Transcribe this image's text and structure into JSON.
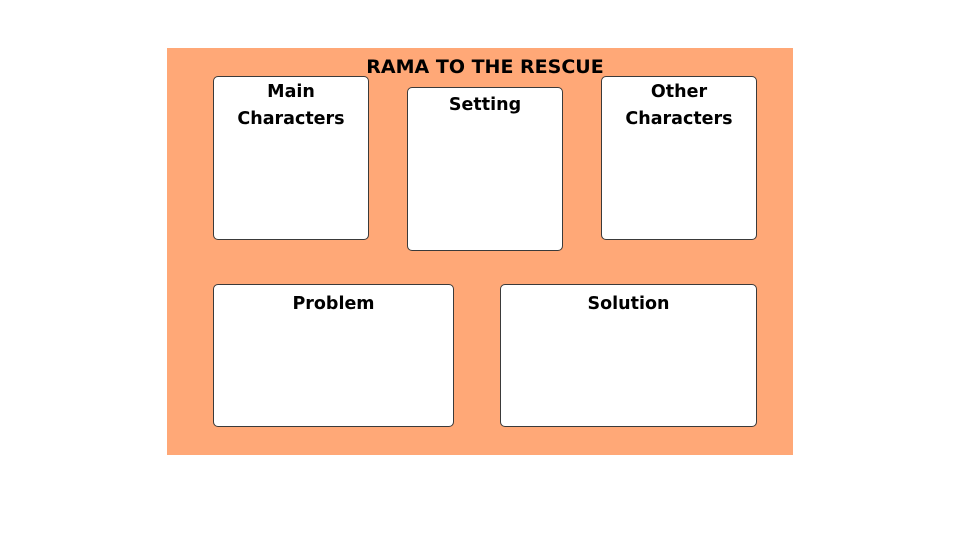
{
  "worksheet": {
    "title": "RAMA TO THE RESCUE",
    "background_color": "#FFA877",
    "boxes": [
      {
        "id": "main_characters",
        "label": "Main\nCharacters",
        "content": ""
      },
      {
        "id": "setting",
        "label": "Setting",
        "content": ""
      },
      {
        "id": "other_characters",
        "label": "Other\nCharacters",
        "content": ""
      },
      {
        "id": "problem",
        "label": "Problem",
        "content": ""
      },
      {
        "id": "solution",
        "label": "Solution",
        "content": ""
      }
    ]
  }
}
